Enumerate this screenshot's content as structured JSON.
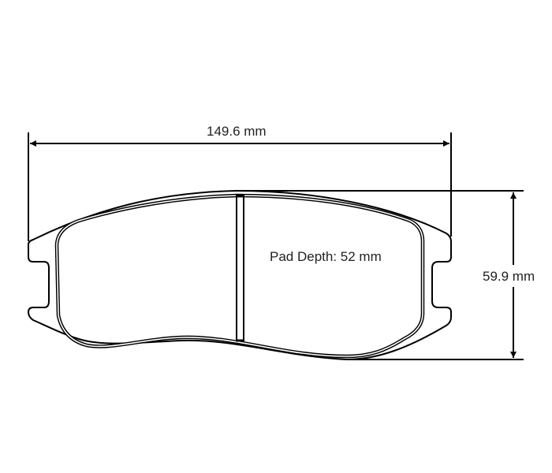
{
  "drawing": {
    "subject": "brake pad outline",
    "line_color": "#000000",
    "background": "#ffffff"
  },
  "dimensions": {
    "width_label": "149.6 mm",
    "height_label": "59.9 mm",
    "pad_depth_label": "Pad Depth: 52 mm"
  }
}
